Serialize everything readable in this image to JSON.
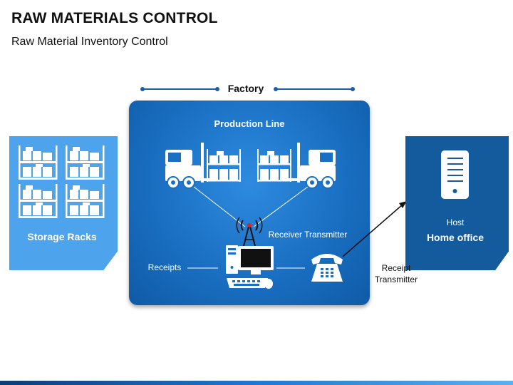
{
  "title": "RAW MATERIALS CONTROL",
  "subtitle": "Raw Material Inventory Control",
  "factory": {
    "label": "Factory",
    "production_line": "Production Line",
    "receiver_transmitter": "Receiver Transmitter",
    "receipts": "Receipts"
  },
  "storage": {
    "label": "Storage Racks"
  },
  "host": {
    "small_label": "Host",
    "label": "Home office"
  },
  "receipt_transmitter": {
    "line1": "Receipt",
    "line2": "Transmitter"
  },
  "colors": {
    "factory_blue": "#1a6fc2",
    "storage_blue": "#4da3ec",
    "host_blue": "#135b9c",
    "accent_line": "#1a5fa8"
  },
  "icons": [
    "shelf-icon",
    "forklift-icon",
    "antenna-icon",
    "computer-icon",
    "telephone-icon",
    "server-icon"
  ]
}
